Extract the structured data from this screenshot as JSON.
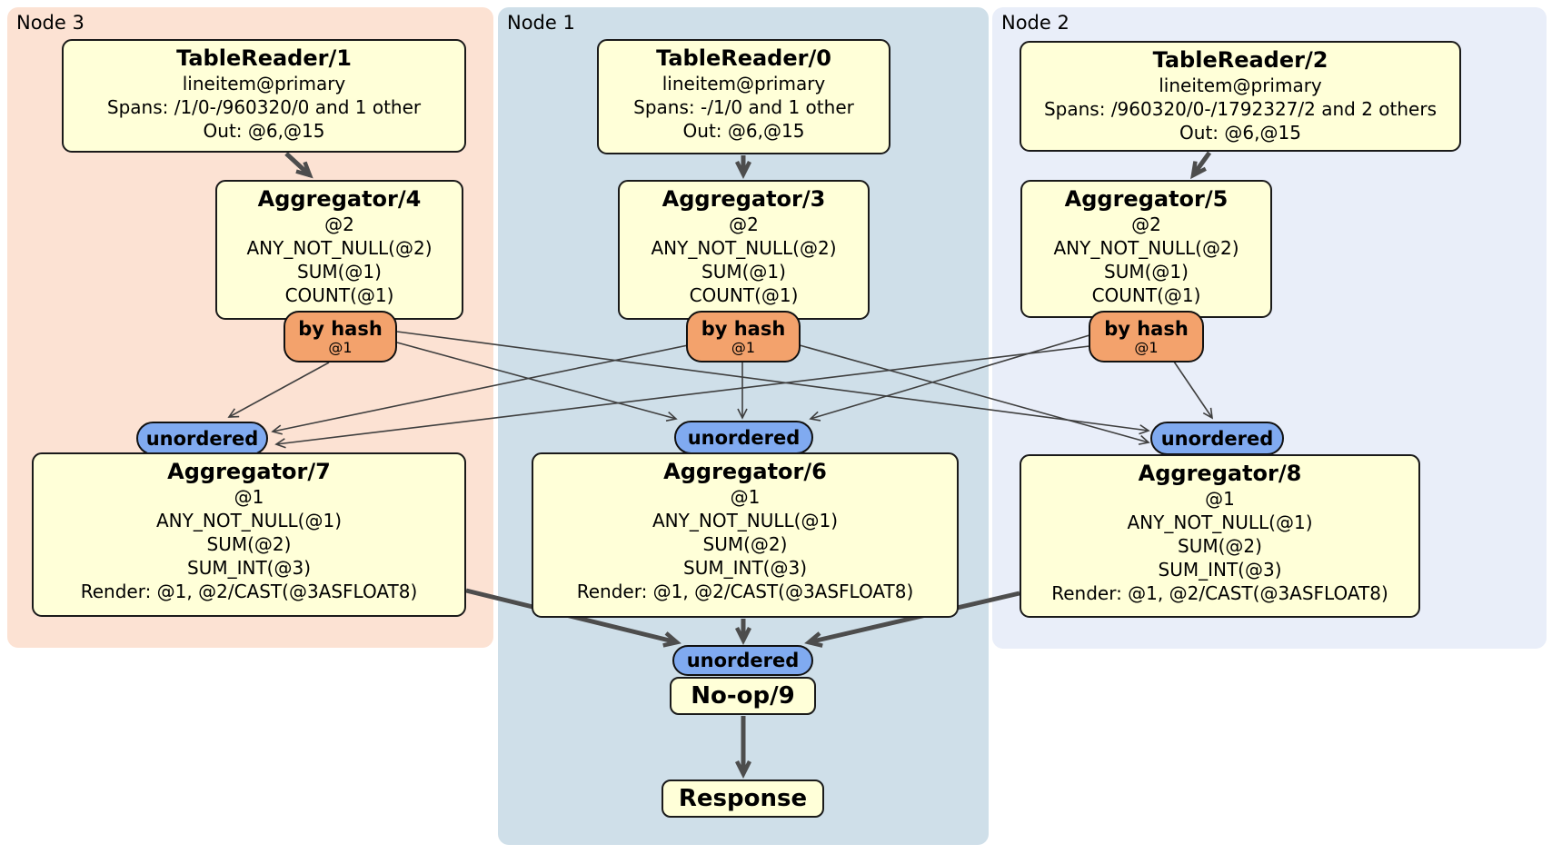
{
  "diagram": {
    "title": "distsql-plan",
    "colors": {
      "node3_fill": "#fce2d3",
      "node1_fill": "#cfdfe9",
      "node2_fill": "#e9eef9",
      "processor_fill": "#ffffd8",
      "router_fill": "#f3a26c",
      "stream_fill": "#80aaf0",
      "edge_thin": "#3f3f3f",
      "edge_thick": "#4d4d4d"
    },
    "nodes": {
      "node3": {
        "label": "Node 3"
      },
      "node1": {
        "label": "Node 1"
      },
      "node2": {
        "label": "Node 2"
      }
    },
    "processors": {
      "tr1": {
        "title": "TableReader/1",
        "lines": [
          "lineitem@primary",
          "Spans: /1/0-/960320/0 and 1 other",
          "Out: @6,@15"
        ]
      },
      "tr0": {
        "title": "TableReader/0",
        "lines": [
          "lineitem@primary",
          "Spans: -/1/0 and 1 other",
          "Out: @6,@15"
        ]
      },
      "tr2": {
        "title": "TableReader/2",
        "lines": [
          "lineitem@primary",
          "Spans: /960320/0-/1792327/2 and 2 others",
          "Out: @6,@15"
        ]
      },
      "agg4": {
        "title": "Aggregator/4",
        "lines": [
          "@2",
          "ANY_NOT_NULL(@2)",
          "SUM(@1)",
          "COUNT(@1)"
        ]
      },
      "agg3": {
        "title": "Aggregator/3",
        "lines": [
          "@2",
          "ANY_NOT_NULL(@2)",
          "SUM(@1)",
          "COUNT(@1)"
        ]
      },
      "agg5": {
        "title": "Aggregator/5",
        "lines": [
          "@2",
          "ANY_NOT_NULL(@2)",
          "SUM(@1)",
          "COUNT(@1)"
        ]
      },
      "agg7": {
        "title": "Aggregator/7",
        "lines": [
          "@1",
          "ANY_NOT_NULL(@1)",
          "SUM(@2)",
          "SUM_INT(@3)",
          "Render: @1, @2/CAST(@3ASFLOAT8)"
        ]
      },
      "agg6": {
        "title": "Aggregator/6",
        "lines": [
          "@1",
          "ANY_NOT_NULL(@1)",
          "SUM(@2)",
          "SUM_INT(@3)",
          "Render: @1, @2/CAST(@3ASFLOAT8)"
        ]
      },
      "agg8": {
        "title": "Aggregator/8",
        "lines": [
          "@1",
          "ANY_NOT_NULL(@1)",
          "SUM(@2)",
          "SUM_INT(@3)",
          "Render: @1, @2/CAST(@3ASFLOAT8)"
        ]
      },
      "noop9": {
        "title": "No-op/9"
      },
      "response": {
        "title": "Response"
      }
    },
    "routers": {
      "by_hash": {
        "label": "by hash",
        "detail": "@1"
      }
    },
    "streams": {
      "unordered": {
        "label": "unordered"
      }
    }
  }
}
